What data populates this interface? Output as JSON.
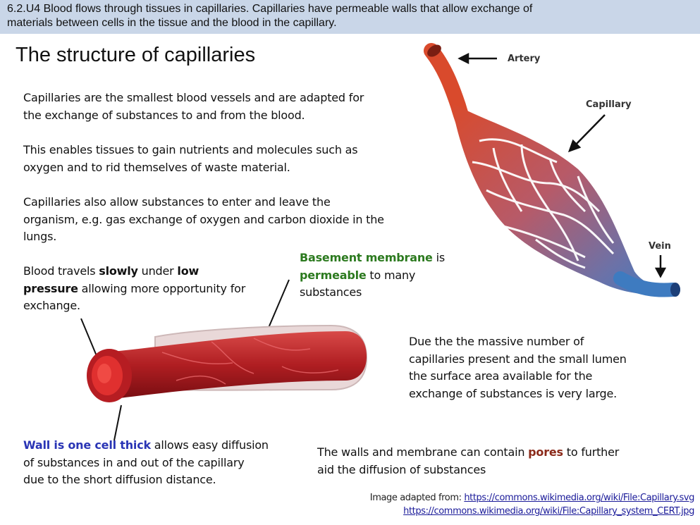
{
  "banner": {
    "line1": "6.2.U4 Blood flows through tissues in capillaries. Capillaries have permeable walls that allow exchange of",
    "line2": "materials between cells in the tissue and the blood in the capillary."
  },
  "title": "The structure of capillaries",
  "paragraphs": {
    "p1_line1": "Capillaries are the smallest blood vessels and are adapted for",
    "p1_line2": "the exchange of substances to and from the blood.",
    "p2_line1": "This enables tissues to gain nutrients and molecules such as",
    "p2_line2": "oxygen and to rid themselves of waste material.",
    "p3_line1": "Capillaries also allow substances to enter and leave the",
    "p3_line2": "organism, e.g. gas exchange of oxygen and carbon dioxide in the",
    "p3_line3": "lungs."
  },
  "slow": {
    "t1": "Blood travels ",
    "t2": "slowly",
    "t3": " under ",
    "t4": "low",
    "t5": "pressure",
    "t6": " allowing more opportunity for",
    "t7": "exchange."
  },
  "basement": {
    "t1": "Basement membrane",
    "t2": " is",
    "t3": "permeable",
    "t4": " to many",
    "t5": "substances"
  },
  "wall": {
    "t1": "Wall is one cell thick",
    "t2": " allows easy diffusion",
    "t3": "of substances in and out of the capillary",
    "t4": "due to the short diffusion distance."
  },
  "surface": {
    "l1": "Due the the massive number of",
    "l2": "capillaries present and the small lumen",
    "l3": "the surface area available for the",
    "l4": "exchange of substances is very large."
  },
  "pores": {
    "t1": "The walls and membrane can contain ",
    "t2": "pores",
    "t3": " to further",
    "t4": "aid the diffusion of substances"
  },
  "diagram_labels": {
    "artery": "Artery",
    "capillary": "Capillary",
    "vein": "Vein"
  },
  "credit": {
    "prefix": "Image adapted from: ",
    "link1": "https://commons.wikimedia.org/wiki/File:Capillary.svg",
    "link2": "https://commons.wikimedia.org/wiki/File:Capillary_system_CERT.jpg"
  },
  "colors": {
    "banner_bg": "#c9d6e8",
    "green": "#2c7a1f",
    "blue": "#2a35b5",
    "pores": "#8b2a1a"
  }
}
